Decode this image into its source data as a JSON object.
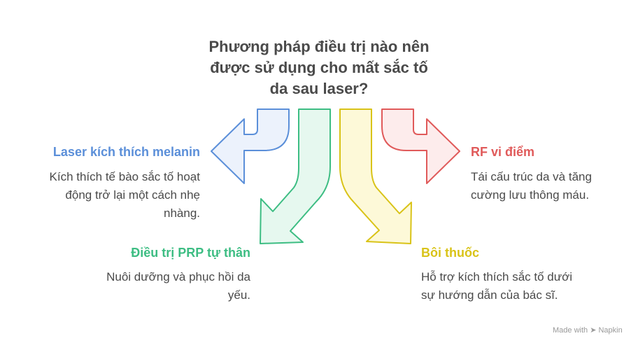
{
  "title": {
    "lines": [
      "Phương pháp điều trị nào nên",
      "được sử dụng cho mất sắc tố",
      "da sau laser?"
    ]
  },
  "options": {
    "laser": {
      "heading": "Laser kích thích melanin",
      "desc": [
        "Kích thích tế bào sắc tố hoạt",
        "động trở lại một cách nhẹ",
        "nhàng."
      ],
      "color": "#5b8fd9",
      "fill": "#ecf2fc"
    },
    "prp": {
      "heading": "Điều trị PRP tự thân",
      "desc": [
        "Nuôi dưỡng và phục hồi da",
        "yếu."
      ],
      "color": "#3dbd83",
      "fill": "#e6f8ef"
    },
    "topical": {
      "heading": "Bôi thuốc",
      "desc": [
        "Hỗ trợ kích thích sắc tố dưới",
        "sự hướng dẫn của bác sĩ."
      ],
      "color": "#d9c318",
      "fill": "#fdf9d8"
    },
    "rf": {
      "heading": "RF vi điểm",
      "desc": [
        "Tái cấu trúc da và tăng",
        "cường lưu thông máu."
      ],
      "color": "#e05a5a",
      "fill": "#fdecec"
    }
  },
  "brand": {
    "made_with": "Made with",
    "name": "Napkin",
    "icon": "napkin-logo-icon"
  }
}
